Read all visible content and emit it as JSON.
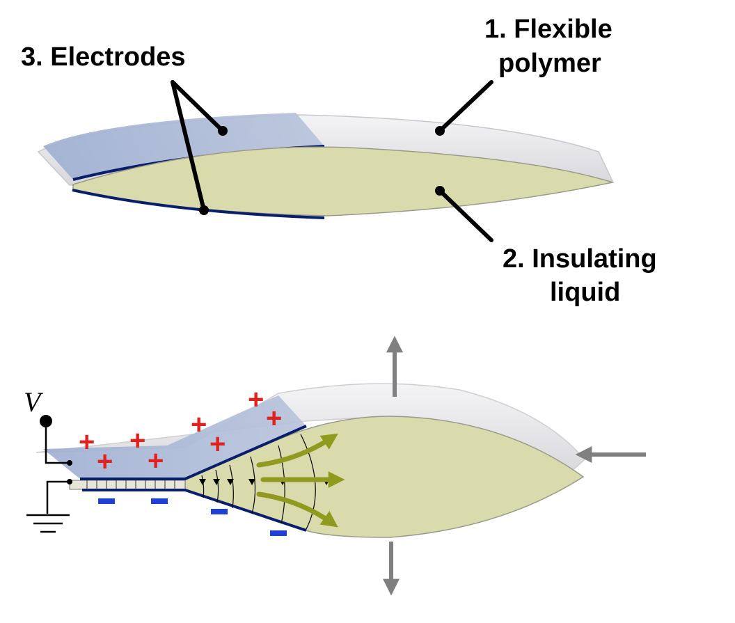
{
  "labels": {
    "electrodes": "3. Electrodes",
    "flexible_line1": "1. Flexible",
    "flexible_line2": "polymer",
    "insulating_line1": "2. Insulating",
    "insulating_line2": "liquid",
    "voltage": "V"
  },
  "colors": {
    "liquid_fill": "#d9dbac",
    "polymer_fill": "#e9e9ec",
    "electrode_fill": "#a9b6d3",
    "electrode_edge": "#0a1f6b",
    "positive_charge": "#e0221e",
    "negative_charge": "#1f3fd6",
    "flow_arrow": "#8f9a1f",
    "actuation_arrow": "#808080"
  },
  "charges": {
    "positive_symbol": "+",
    "negative_symbol": "−"
  }
}
